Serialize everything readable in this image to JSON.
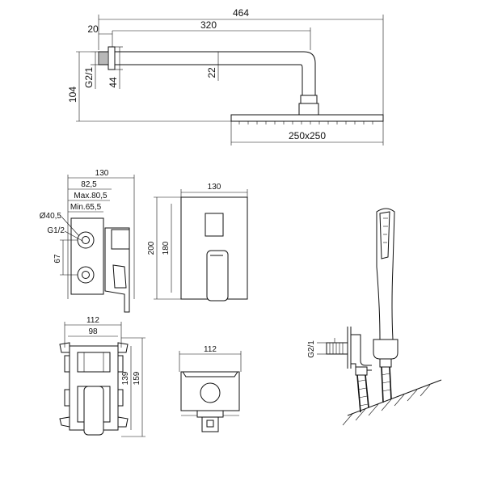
{
  "shower_arm": {
    "total_length": "464",
    "arm_length": "320",
    "wall_offset": "20",
    "thread": "G2/1",
    "flange_diameter": "44",
    "drop": "22",
    "height": "104",
    "head_size": "250x250"
  },
  "valve_side": {
    "width_overall": "130",
    "width_82": "82,5",
    "max_depth": "Max.80,5",
    "min_depth": "Min.65,5",
    "outlet_diameter": "Ø40,5",
    "outlet_thread": "G1/2",
    "outlet_spacing": "67"
  },
  "valve_front": {
    "width": "130",
    "height_outer": "200",
    "height_inner": "180"
  },
  "valve_body_front": {
    "width_outer": "112",
    "width_inner": "98",
    "height_inner": "139",
    "height_outer": "159"
  },
  "valve_body_top": {
    "width": "112"
  },
  "hand_shower": {
    "thread": "G2/1"
  }
}
